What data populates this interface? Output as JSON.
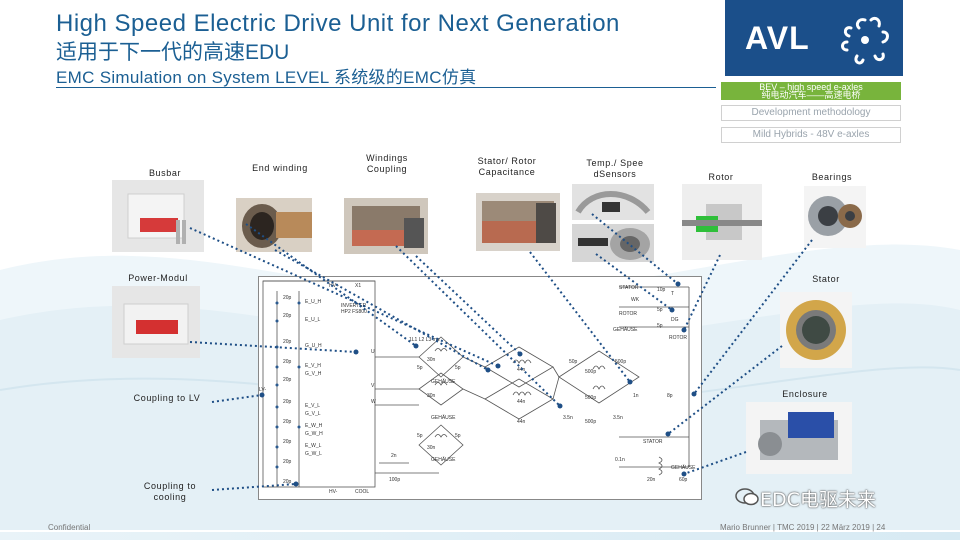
{
  "header": {
    "title_en": "High Speed Electric Drive Unit for Next Generation",
    "title_cn": "适用于下一代的高速EDU",
    "subtitle": "EMC Simulation on System LEVEL 系统级的EMC仿真"
  },
  "logo": {
    "text": "AVL",
    "color": "#1b4f8a"
  },
  "nav": [
    {
      "line1": "BEV – high speed e-axles",
      "line2": "纯电动汽车——高速电桥",
      "active": true
    },
    {
      "label": "Development methodology",
      "active": false
    },
    {
      "label": "Mild Hybrids - 48V e-axles",
      "active": false
    }
  ],
  "components": {
    "busbar": "Busbar",
    "end_winding": "End winding",
    "windings_coupling": "Windings Coupling",
    "stator_rotor": "Stator/ Rotor Capacitance",
    "temp_speed": "Temp./ Spee dSensors",
    "rotor": "Rotor",
    "bearings": "Bearings",
    "power_modul": "Power-Modul",
    "stator": "Stator",
    "coupling_lv": "Coupling to LV",
    "enclosure": "Enclosure",
    "coupling_cooling": "Coupling to cooling"
  },
  "circuit": {
    "hv_plus": "HV+",
    "x1": "X1",
    "inverter": "INVERTER",
    "inverter_model": "HP2 FS800",
    "lv": "LV-",
    "hv_minus": "HV-",
    "cool": "COOL",
    "u": "U",
    "v": "V",
    "w": "W",
    "gehause": "GEHÄUSE",
    "stator": "STATOR",
    "rotor": "ROTOR",
    "wk": "WK",
    "dg": "DG",
    "t": "T",
    "cap_20p": "20p",
    "cap_5p": "5p",
    "cap_10p": "10p",
    "cap_500p": "500p",
    "cap_50p": "50p",
    "cap_30n": "30n",
    "cap_44n": "44n",
    "cap_3_5n": "3.5n",
    "cap_1n": "1n",
    "cap_0_1n": "0.1n",
    "cap_8p": "8p",
    "cap_2n": "2n",
    "cap_100p": "100p",
    "cap_60p": "60p",
    "cap_20n": "20n",
    "switches": [
      "E_U_H",
      "E_U_L",
      "G_U_H",
      "E_V_H",
      "G_V_H",
      "E_V_L",
      "G_V_L",
      "E_W_H",
      "G_W_H",
      "E_W_L",
      "G_W_L"
    ],
    "phase_header": "1L1 L2 L3 mu"
  },
  "footer": {
    "left": "Confidential",
    "right": "Mario Brunner | TMC 2019 | 22 März 2019 | 24"
  },
  "watermark": "EDC电驱未来"
}
